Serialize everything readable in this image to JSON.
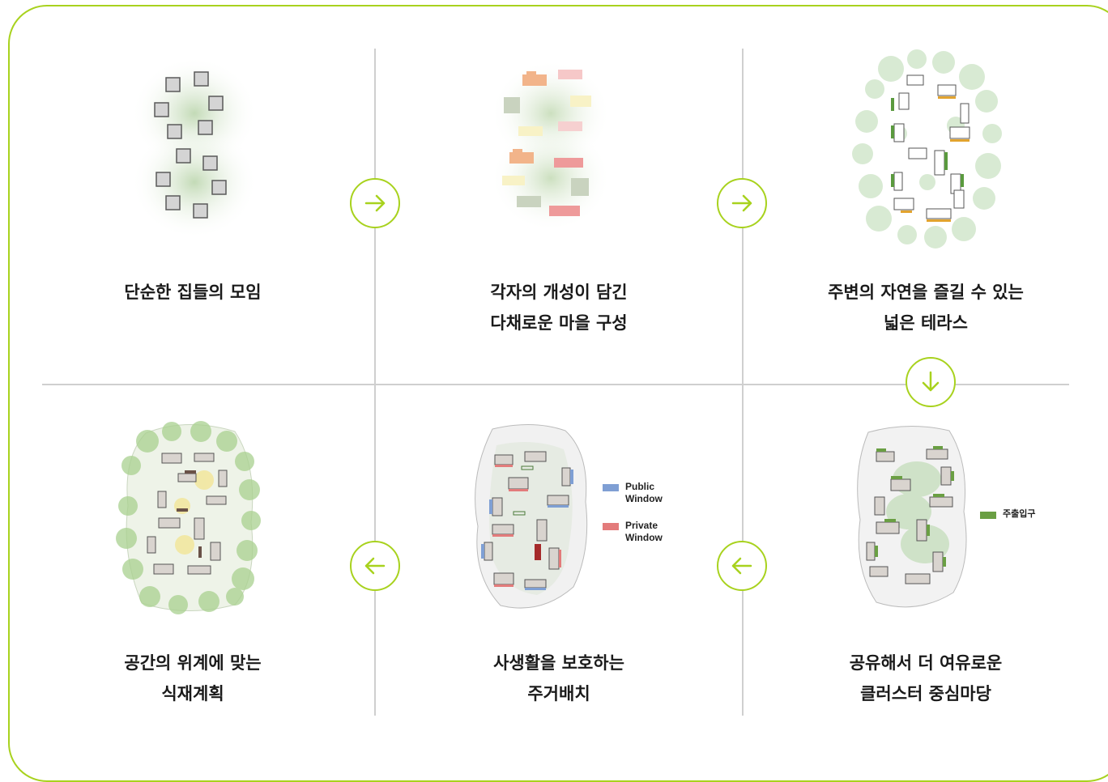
{
  "steps": [
    {
      "line1": "단순한 집들의 모임",
      "line2": ""
    },
    {
      "line1": "각자의 개성이 담긴",
      "line2": "다채로운 마을 구성"
    },
    {
      "line1": "주변의 자연을 즐길 수 있는",
      "line2": "넓은 테라스"
    },
    {
      "line1": "공유해서 더 여유로운",
      "line2": "클러스터 중심마당"
    },
    {
      "line1": "사생활을 보호하는",
      "line2": "주거배치"
    },
    {
      "line1": "공간의 위계에 맞는",
      "line2": "식재계획"
    }
  ],
  "arrows": [
    "arrow-right-icon",
    "arrow-right-icon",
    "arrow-down-icon",
    "arrow-left-icon",
    "arrow-left-icon"
  ],
  "legend_windows": {
    "public": {
      "line1": "Public",
      "line2": "Window",
      "color": "#7f9fd4"
    },
    "private": {
      "line1": "Private",
      "line2": "Window",
      "color": "#e37b7b"
    }
  },
  "legend_entrance": {
    "label": "주출입구",
    "color": "#6a9f43"
  },
  "colors": {
    "accent": "#a8d21e",
    "divider": "#cfcfcf"
  }
}
